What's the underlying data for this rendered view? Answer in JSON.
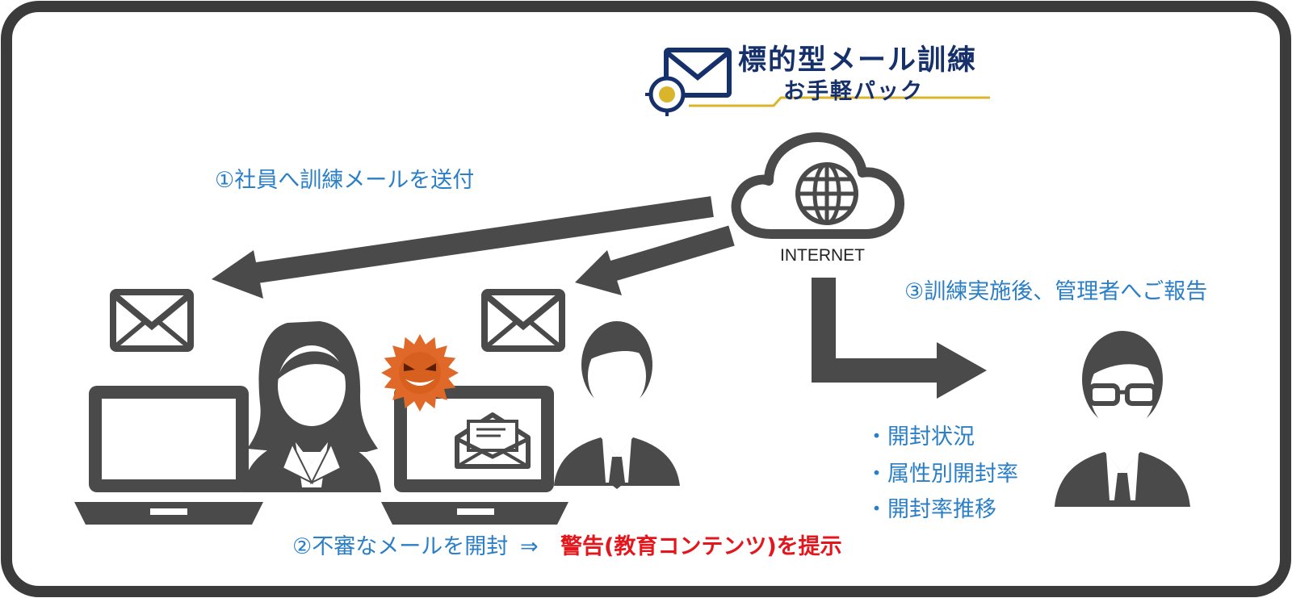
{
  "logo": {
    "title": "標的型メール訓練",
    "subtitle": "お手軽パック",
    "accent_color": "#d9b52b",
    "brand_color": "#15306b"
  },
  "internet": {
    "label": "INTERNET",
    "icon": "cloud-globe-icon"
  },
  "steps": {
    "send": "①社員へ訓練メールを送付",
    "open": "②不審なメールを開封",
    "open_arrow": "⇒",
    "warning": "警告(教育コンテンツ)を提示",
    "report": "③訓練実施後、管理者へご報告"
  },
  "report_items": [
    "・開封状況",
    "・属性別開封率",
    "・開封率推移"
  ],
  "colors": {
    "frame": "#3b3b3b",
    "icon": "#4a4a4a",
    "step_text": "#2a7fc6",
    "warning_text": "#e4161c",
    "virus": "#e0692a"
  }
}
